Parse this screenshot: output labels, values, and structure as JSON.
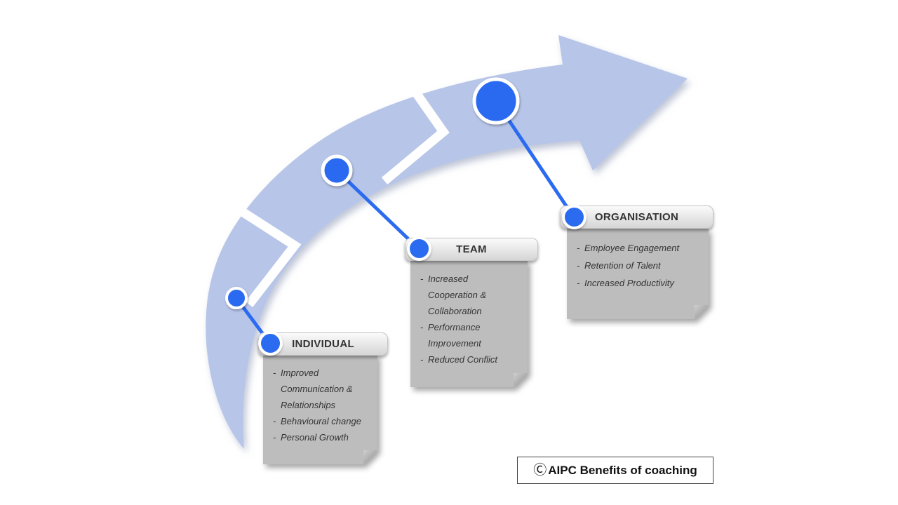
{
  "diagram": {
    "caption": {
      "symbol": "Ⓒ",
      "text": "AIPC Benefits of coaching"
    },
    "nodes": [
      {
        "title": "INDIVIDUAL",
        "items": [
          "Improved Communication & Relationships",
          "Behavioural change",
          "Personal Growth"
        ]
      },
      {
        "title": "TEAM",
        "items": [
          "Increased Cooperation & Collaboration",
          "Performance Improvement",
          "Reduced Conflict"
        ]
      },
      {
        "title": "ORGANISATION",
        "items": [
          "Employee Engagement",
          "Retention of Talent",
          "Increased Productivity"
        ]
      }
    ],
    "icons": [
      "curved-arrow-icon",
      "milestone-dot-icon"
    ],
    "colors": {
      "arrow": "#b7c5e8",
      "accent": "#2b6bf0",
      "card_body": "#bdbdbd",
      "card_header_text": "#333333"
    }
  }
}
